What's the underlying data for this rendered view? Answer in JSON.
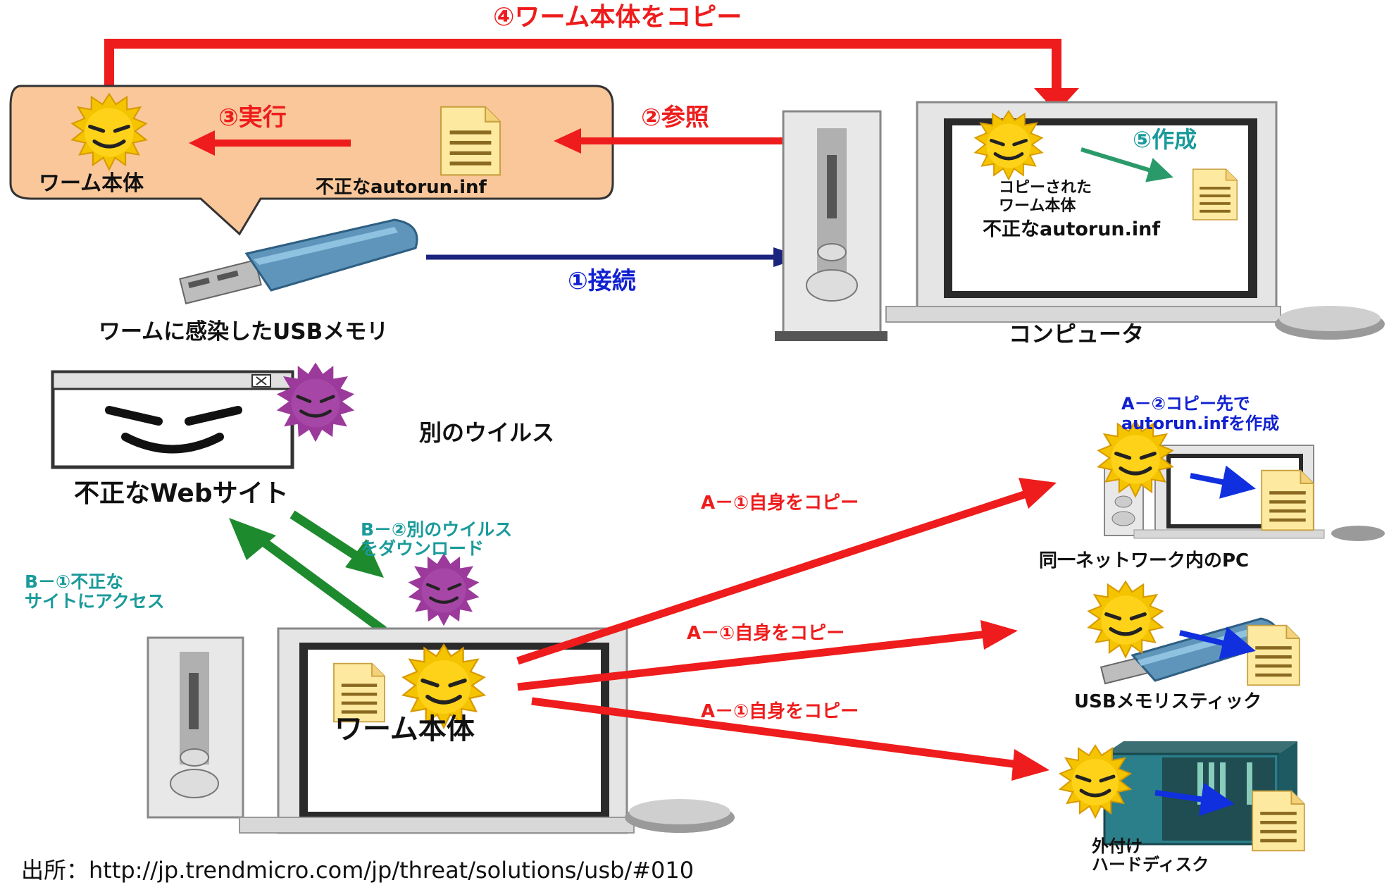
{
  "top": {
    "copy_worm_label": "④ワーム本体をコピー",
    "execute_label": "③実行",
    "reference_label": "②参照",
    "create_label": "⑤作成",
    "connect_label": "①接続",
    "worm_body_label": "ワーム本体",
    "bad_autorun_label": "不正なautorun.inf",
    "copied_worm_label_1": "コピーされた",
    "copied_worm_label_2": "ワーム本体",
    "pc_autorun_label": "不正なautorun.inf",
    "usb_label": "ワームに感染したUSBメモリ",
    "computer_label": "コンピュータ"
  },
  "bottom": {
    "website_label": "不正なWebサイト",
    "other_virus_label": "別のウイルス",
    "b2_line1": "B－②別のウイルス",
    "b2_line2": "をダウンロード",
    "b1_line1": "B－①不正な",
    "b1_line2": "サイトにアクセス",
    "worm_body_label": "ワーム本体",
    "a1_label_1": "A－①自身をコピー",
    "a1_label_2": "A－①自身をコピー",
    "a1_label_3": "A－①自身をコピー",
    "a2_line1": "A－②コピー先で",
    "a2_line2": "autorun.infを作成",
    "network_pc_label": "同一ネットワーク内のPC",
    "usb_stick_label": "USBメモリスティック",
    "hdd_line1": "外付け",
    "hdd_line2": "ハードディスク"
  },
  "source_label": "出所：http://jp.trendmicro.com/jp/threat/solutions/usb/#010",
  "colors": {
    "red_arrow": "#ee1c1c",
    "blue_arrow": "#1a237e",
    "green_arrow": "#1e8a2e",
    "worm_yellow": "#f5c400",
    "virus_purple": "#9b3a9b",
    "bubble_fill": "#f9c79a"
  }
}
